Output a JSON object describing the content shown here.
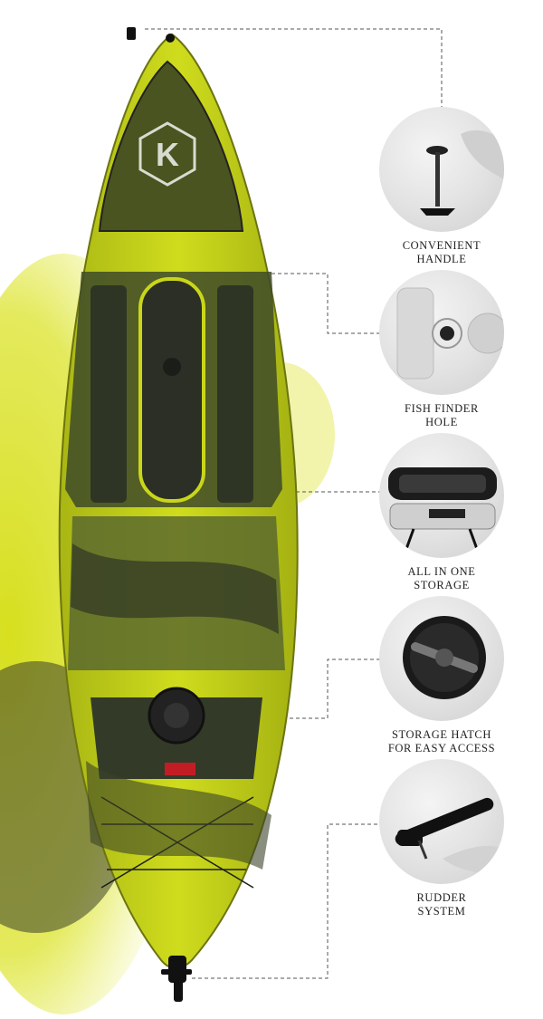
{
  "brand": {
    "logo_letter": "K"
  },
  "colors": {
    "kayak_lime": "#c9d61a",
    "kayak_dark": "#3c4430",
    "splash": "#dbe22a",
    "leader_line": "#555555"
  },
  "features": [
    {
      "line1": "CONVENIENT",
      "line2": "HANDLE",
      "icon": "handle-icon"
    },
    {
      "line1": "FISH FINDER",
      "line2": "HOLE",
      "icon": "fish-finder-hole-icon"
    },
    {
      "line1": "ALL IN ONE",
      "line2": "STORAGE",
      "icon": "storage-box-icon"
    },
    {
      "line1": "STORAGE HATCH",
      "line2": "FOR EASY ACCESS",
      "icon": "hatch-icon"
    },
    {
      "line1": "RUDDER",
      "line2": "SYSTEM",
      "icon": "rudder-icon"
    }
  ]
}
